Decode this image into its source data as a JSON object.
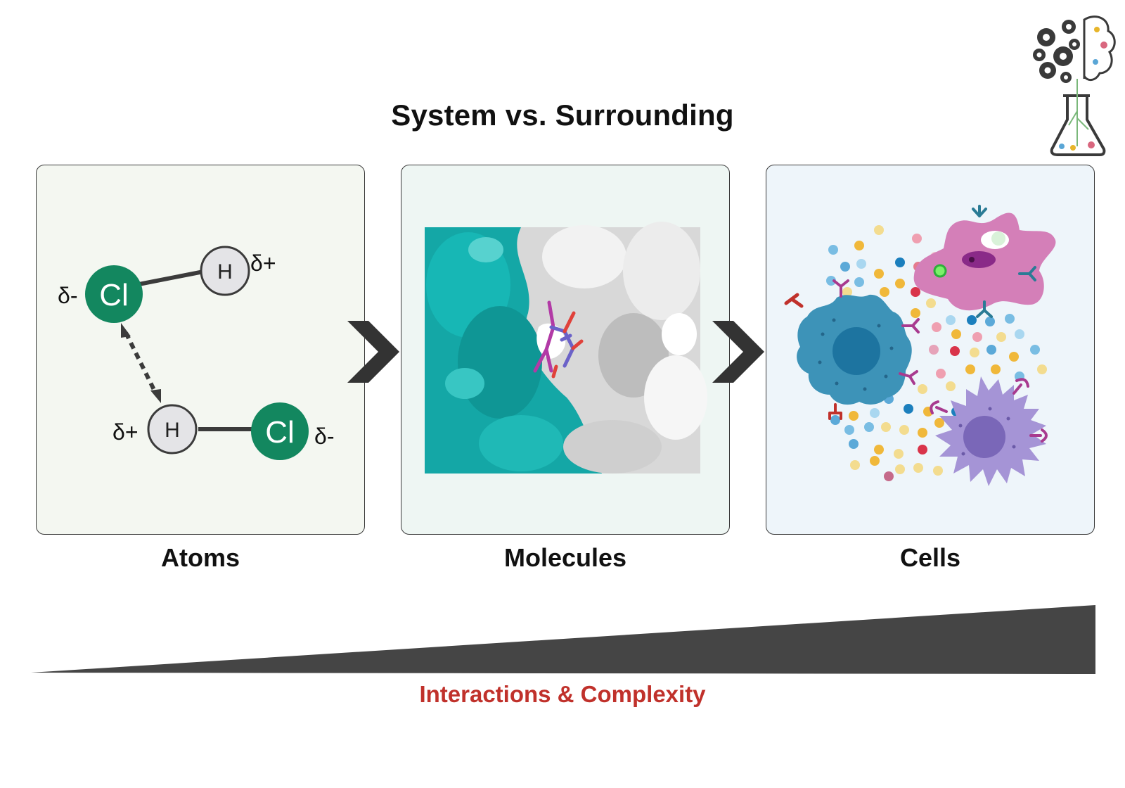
{
  "title": "System vs. Surrounding",
  "panels": [
    {
      "label": "Atoms",
      "atoms": {
        "cl1": "Cl",
        "h1": "H",
        "h2": "H",
        "cl2": "Cl"
      },
      "charges": {
        "cl1": "δ-",
        "h1": "δ+",
        "h2": "δ+",
        "cl2": "δ-"
      }
    },
    {
      "label": "Molecules"
    },
    {
      "label": "Cells"
    }
  ],
  "gradient": {
    "label": "Interactions & Complexity",
    "color": "#c0312b"
  },
  "colors": {
    "chlorine": "#13875f",
    "hydrogen": "#e4e4e7",
    "arrow": "#333333",
    "teal_surface": "#14a7a6",
    "grey_surface": "#d6d6d6",
    "blue_cell": "#3d93b8",
    "pink_cell": "#d47fb8",
    "purple_cell": "#a594d6",
    "wedge": "#454545"
  },
  "icons": [
    "chevron-right-icon",
    "chevron-right-icon",
    "brain-gears-flask-icon"
  ]
}
